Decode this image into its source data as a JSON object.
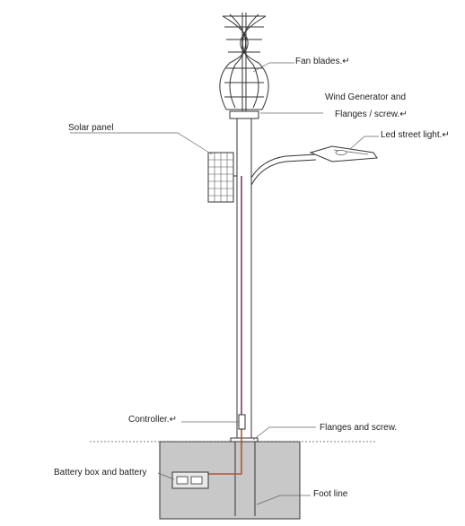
{
  "labels": {
    "fan_blades": "Fan blades.↵",
    "wind_generator_line1": "Wind  Generator  and",
    "wind_generator_line2": "Flanges / screw.↵",
    "led_street_light": "Led street light.↵",
    "solar_panel": "Solar panel",
    "controller": "Controller.↵",
    "flanges_and_screw": "Flanges and screw.",
    "battery_box": "Battery box and battery",
    "foot_line": "Foot line"
  },
  "colors": {
    "line": "#333333",
    "cable": "#8b3a6b",
    "cable_lower": "#b5542f",
    "foundation": "#c8c8c8"
  }
}
